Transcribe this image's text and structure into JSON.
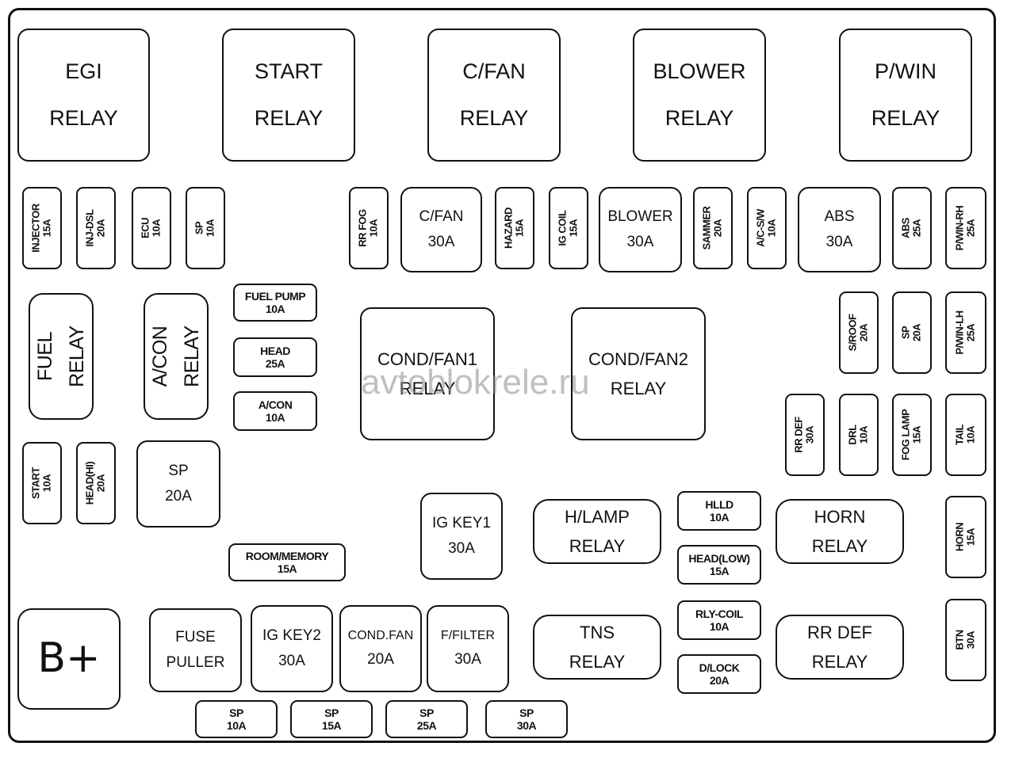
{
  "watermark": "avtoblokrele.ru",
  "top_relays": [
    {
      "l1": "EGI",
      "l2": "RELAY"
    },
    {
      "l1": "START",
      "l2": "RELAY"
    },
    {
      "l1": "C/FAN",
      "l2": "RELAY"
    },
    {
      "l1": "BLOWER",
      "l2": "RELAY"
    },
    {
      "l1": "P/WIN",
      "l2": "RELAY"
    }
  ],
  "vfuses_row1": [
    {
      "l1": "INJECTOR",
      "l2": "15A"
    },
    {
      "l1": "INJ-DSL",
      "l2": "20A"
    },
    {
      "l1": "ECU",
      "l2": "10A"
    },
    {
      "l1": "SP",
      "l2": "10A"
    },
    {
      "l1": "RR FOG",
      "l2": "10A"
    },
    {
      "l1": "HAZARD",
      "l2": "15A"
    },
    {
      "l1": "IG COIL",
      "l2": "15A"
    },
    {
      "l1": "SAMMER",
      "l2": "20A"
    },
    {
      "l1": "A/C-S/W",
      "l2": "10A"
    },
    {
      "l1": "ABS",
      "l2": "25A"
    },
    {
      "l1": "P/WIN-RH",
      "l2": "25A"
    }
  ],
  "bigfuses_row1": [
    {
      "l1": "C/FAN",
      "l2": "30A"
    },
    {
      "l1": "BLOWER",
      "l2": "30A"
    },
    {
      "l1": "ABS",
      "l2": "30A"
    }
  ],
  "vrelays": [
    {
      "l1": "FUEL",
      "l2": "RELAY"
    },
    {
      "l1": "A/CON",
      "l2": "RELAY"
    }
  ],
  "hfuses_left": [
    {
      "l1": "FUEL PUMP",
      "l2": "10A"
    },
    {
      "l1": "HEAD",
      "l2": "25A"
    },
    {
      "l1": "A/CON",
      "l2": "10A"
    }
  ],
  "cond_relays": [
    {
      "l1": "COND/FAN1",
      "l2": "RELAY"
    },
    {
      "l1": "COND/FAN2",
      "l2": "RELAY"
    }
  ],
  "vfuses_right": [
    {
      "l1": "S/ROOF",
      "l2": "20A"
    },
    {
      "l1": "SP",
      "l2": "20A"
    },
    {
      "l1": "P/WIN-LH",
      "l2": "25A"
    },
    {
      "l1": "RR DEF",
      "l2": "30A"
    },
    {
      "l1": "DRL",
      "l2": "10A"
    },
    {
      "l1": "FOG LAMP",
      "l2": "15A"
    },
    {
      "l1": "TAIL",
      "l2": "10A"
    },
    {
      "l1": "HORN",
      "l2": "15A"
    },
    {
      "l1": "BTN",
      "l2": "30A"
    }
  ],
  "vfuses_left_low": [
    {
      "l1": "START",
      "l2": "10A"
    },
    {
      "l1": "HEAD(HI)",
      "l2": "20A"
    }
  ],
  "sp20": {
    "l1": "SP",
    "l2": "20A"
  },
  "igkey1": {
    "l1": "IG KEY1",
    "l2": "30A"
  },
  "room": {
    "l1": "ROOM/MEMORY",
    "l2": "15A"
  },
  "mid_relays": [
    {
      "l1": "H/LAMP",
      "l2": "RELAY"
    },
    {
      "l1": "HORN",
      "l2": "RELAY"
    },
    {
      "l1": "TNS",
      "l2": "RELAY"
    },
    {
      "l1": "RR DEF",
      "l2": "RELAY"
    }
  ],
  "hfuses_mid": [
    {
      "l1": "HLLD",
      "l2": "10A"
    },
    {
      "l1": "HEAD(LOW)",
      "l2": "15A"
    },
    {
      "l1": "RLY-COIL",
      "l2": "10A"
    },
    {
      "l1": "D/LOCK",
      "l2": "20A"
    }
  ],
  "bplus": "B+",
  "bottom_big": [
    {
      "l1": "FUSE",
      "l2": "PULLER"
    },
    {
      "l1": "IG KEY2",
      "l2": "30A"
    },
    {
      "l1": "COND.FAN",
      "l2": "20A"
    },
    {
      "l1": "F/FILTER",
      "l2": "30A"
    }
  ],
  "spares": [
    {
      "l1": "SP",
      "l2": "10A"
    },
    {
      "l1": "SP",
      "l2": "15A"
    },
    {
      "l1": "SP",
      "l2": "25A"
    },
    {
      "l1": "SP",
      "l2": "30A"
    }
  ]
}
